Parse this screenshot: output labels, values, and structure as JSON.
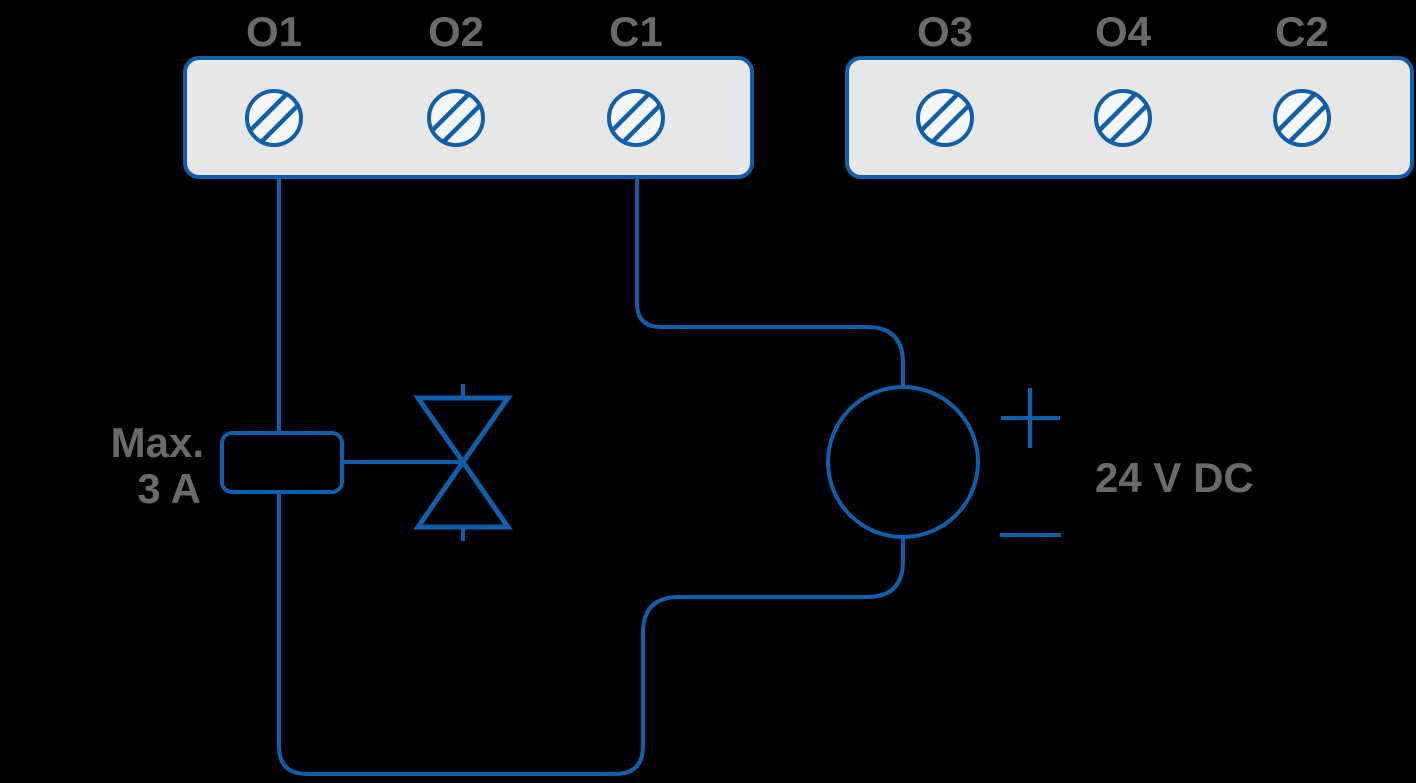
{
  "page": {
    "background": "#000000"
  },
  "colors": {
    "accent_blue": "#0e5fac",
    "label_gray": "#6a6a6a",
    "block_fill": "#e7e7e7",
    "screw_fill": "#f6f6f6"
  },
  "terminal_blocks": {
    "left": {
      "labels": [
        "O1",
        "O2",
        "C1"
      ]
    },
    "right": {
      "labels": [
        "O3",
        "O4",
        "C2"
      ]
    }
  },
  "load": {
    "max_current_line1": "Max.",
    "max_current_line2": "3 A"
  },
  "power": {
    "voltage": "24 V DC",
    "polarity_positive": "+",
    "polarity_negative": "−"
  }
}
